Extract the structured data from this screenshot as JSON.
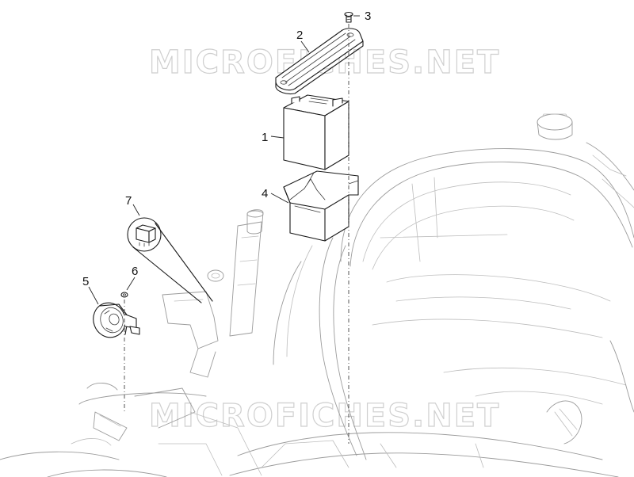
{
  "watermark": {
    "text": "MICROFICHES.NET"
  },
  "callouts": [
    {
      "id": "1",
      "label": "1"
    },
    {
      "id": "2",
      "label": "2"
    },
    {
      "id": "3",
      "label": "3"
    },
    {
      "id": "4",
      "label": "4"
    },
    {
      "id": "5",
      "label": "5"
    },
    {
      "id": "6",
      "label": "6"
    },
    {
      "id": "7",
      "label": "7"
    }
  ],
  "colors": {
    "line": "#1a1a1a",
    "ghost": "#9b9b9b",
    "watermark": "#cfcfcf",
    "background": "#ffffff"
  }
}
